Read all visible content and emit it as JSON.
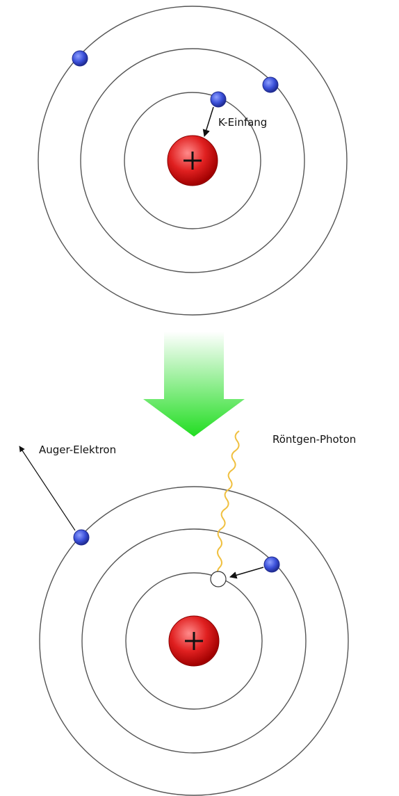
{
  "labels": {
    "k_capture": "K-Einfang",
    "auger_electron": "Auger-Elektron",
    "xray_photon": "Röntgen-Photon"
  },
  "colors": {
    "electron": "#3a4fd8",
    "nucleus": "#e02020",
    "arrow_gradient_start": "#ffffff",
    "arrow_gradient_end": "#22dd22",
    "photon": "#f0c040"
  }
}
